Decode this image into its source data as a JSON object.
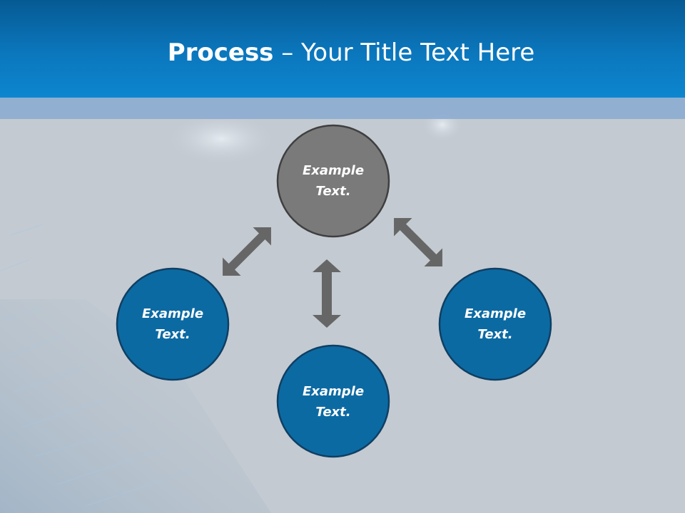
{
  "title": {
    "bold": "Process",
    "rest": "– Your Title Text Here"
  },
  "nodes": [
    {
      "id": "top",
      "text_line1": "Example",
      "text_line2": "Text.",
      "color": "#7a7a7a"
    },
    {
      "id": "left",
      "text_line1": "Example",
      "text_line2": "Text.",
      "color": "#0c6aa3"
    },
    {
      "id": "bottom",
      "text_line1": "Example",
      "text_line2": "Text.",
      "color": "#0c6aa3"
    },
    {
      "id": "right",
      "text_line1": "Example",
      "text_line2": "Text.",
      "color": "#0c6aa3"
    }
  ],
  "colors": {
    "header": "#0b77bd",
    "band": "#8dadd0",
    "background": "#c3cad1",
    "arrow": "#666666",
    "node_border": "#3f3f3f"
  }
}
